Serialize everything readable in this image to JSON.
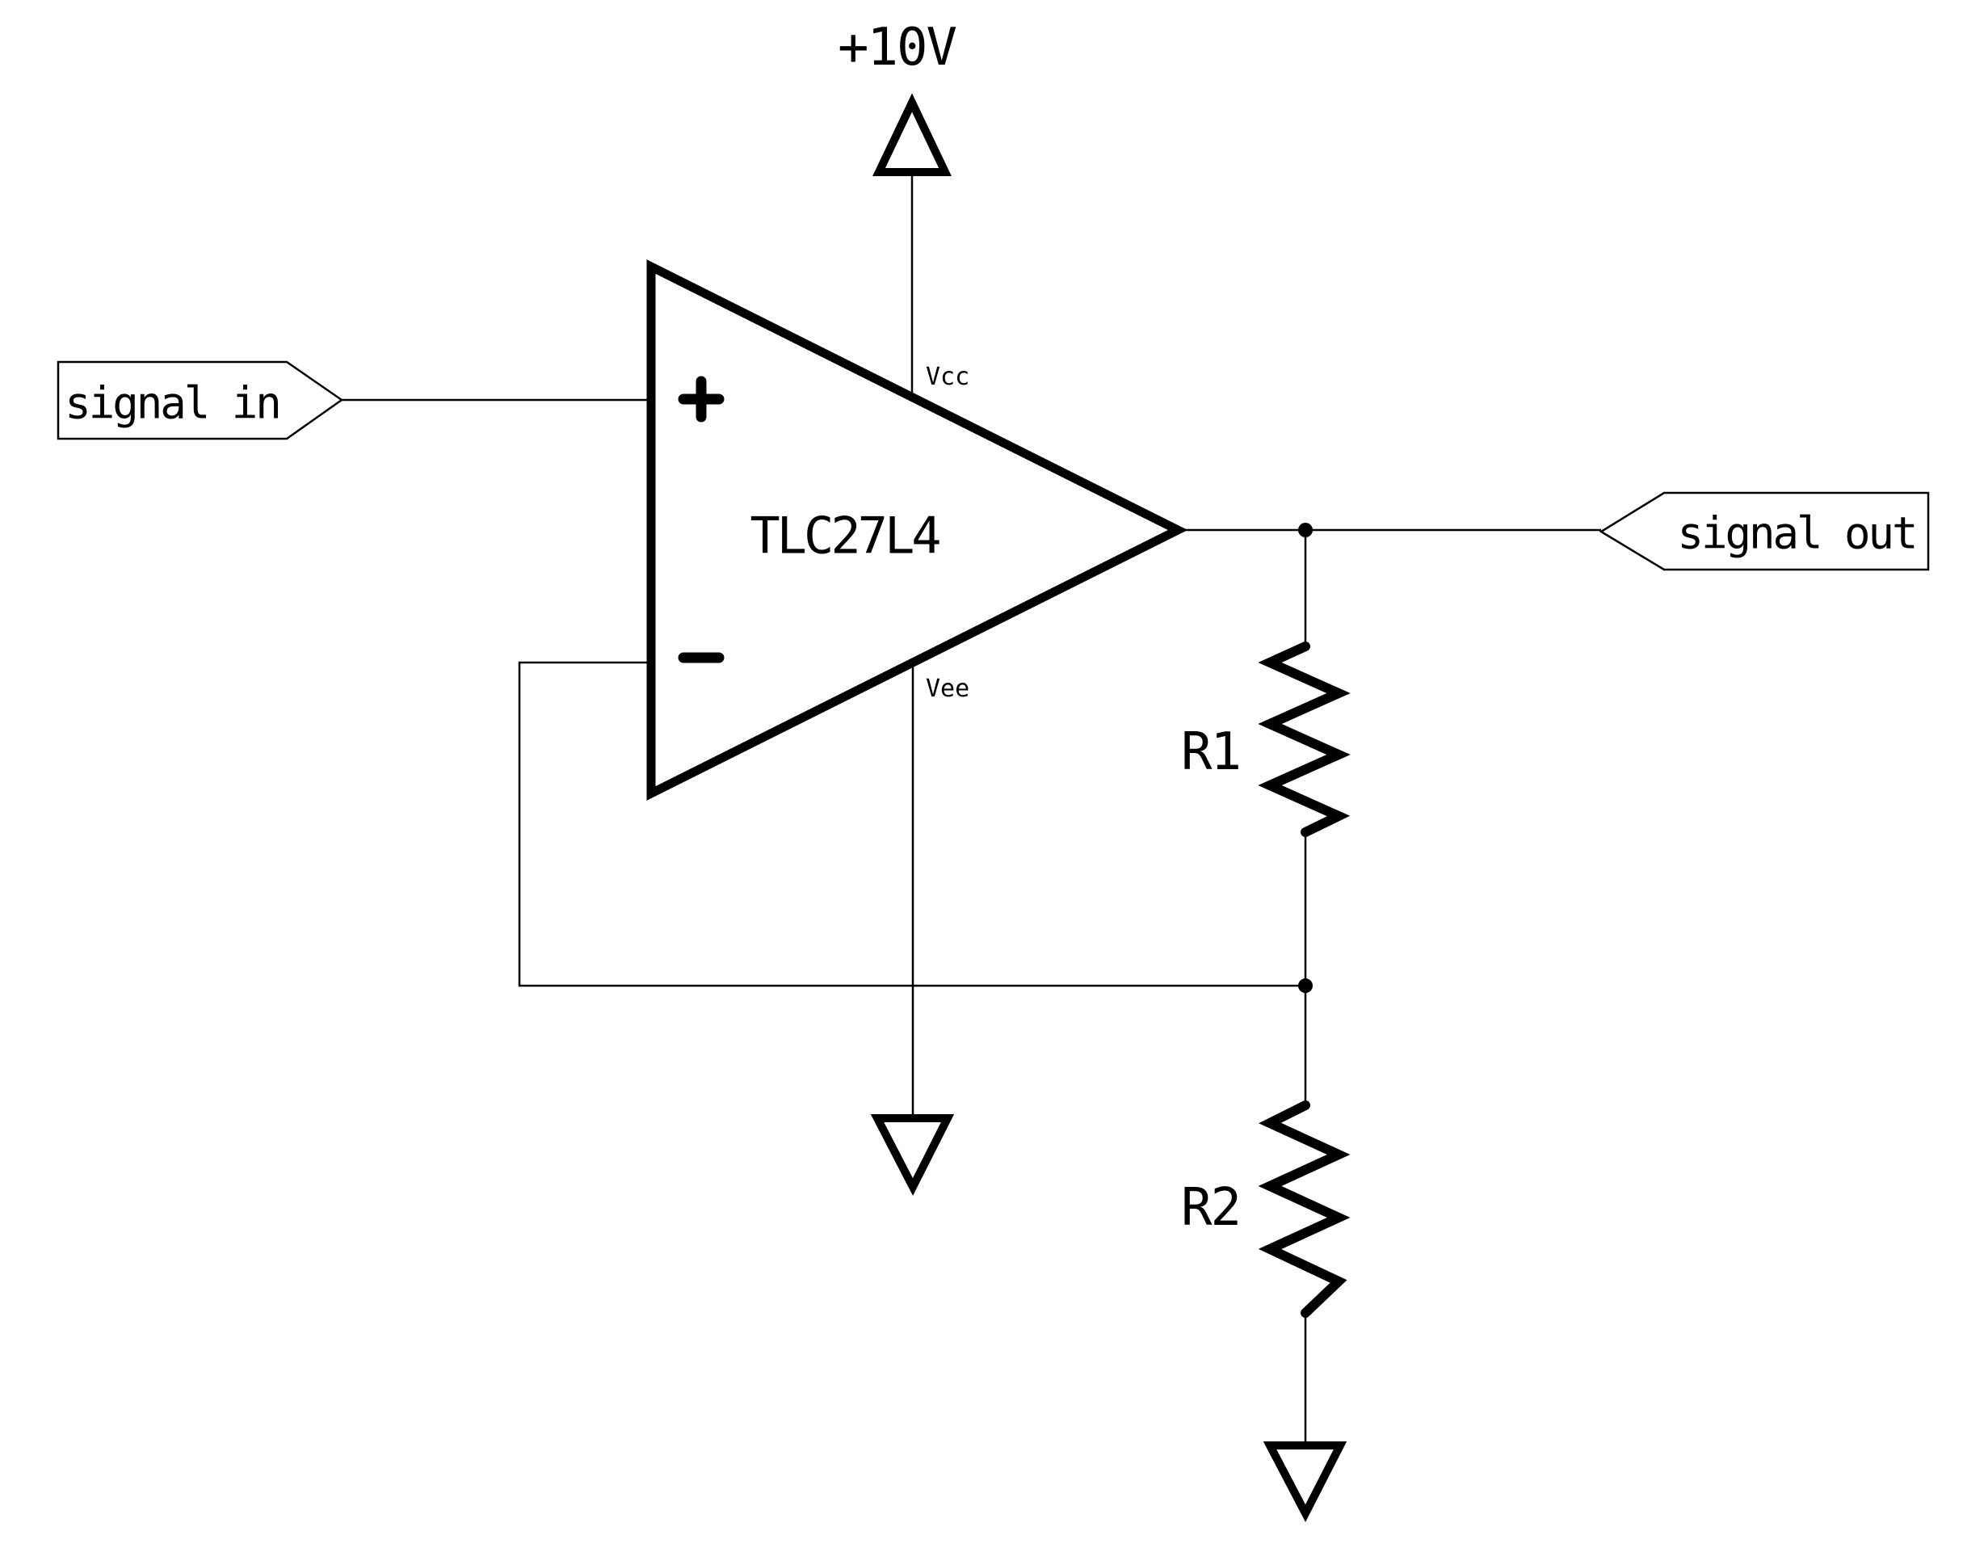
{
  "diagram": {
    "type": "circuit-schematic",
    "background_color": "#ffffff",
    "line_color": "#000000"
  },
  "net_labels": {
    "input": "signal in",
    "output": "signal out"
  },
  "power": {
    "supply_label": "+10V"
  },
  "opamp": {
    "part_number": "TLC27L4",
    "vcc_pin": "Vcc",
    "vee_pin": "Vee",
    "noninverting_input_symbol": "+",
    "inverting_input_symbol": "−"
  },
  "resistors": {
    "r1": "R1",
    "r2": "R2"
  }
}
